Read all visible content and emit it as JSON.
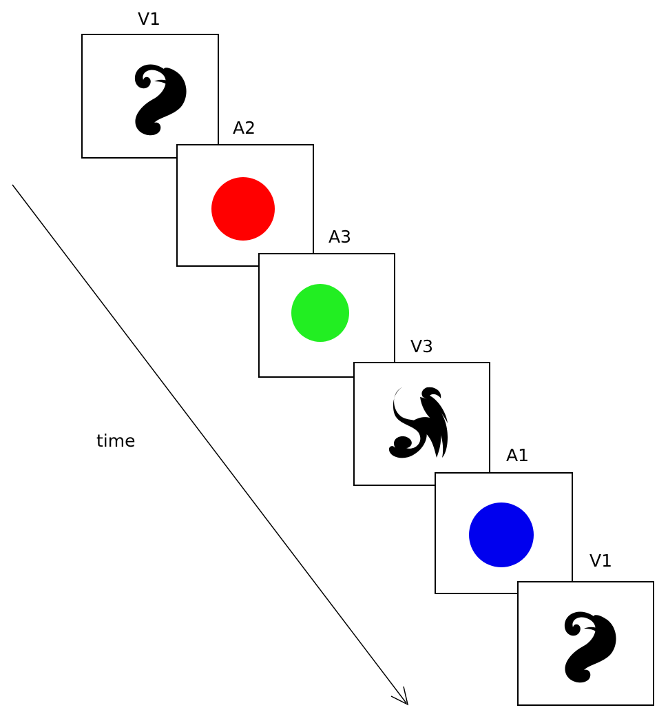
{
  "time_label": "time",
  "frames": [
    {
      "label": "V1",
      "stimulus": "ornament-swirl-icon"
    },
    {
      "label": "A2",
      "stimulus": "circle",
      "color": "#ff0000"
    },
    {
      "label": "A3",
      "stimulus": "circle",
      "color": "#22ee22"
    },
    {
      "label": "V3",
      "stimulus": "ornament-leaf-icon"
    },
    {
      "label": "A1",
      "stimulus": "circle",
      "color": "#0000ee"
    },
    {
      "label": "V1",
      "stimulus": "ornament-swirl-icon"
    }
  ]
}
